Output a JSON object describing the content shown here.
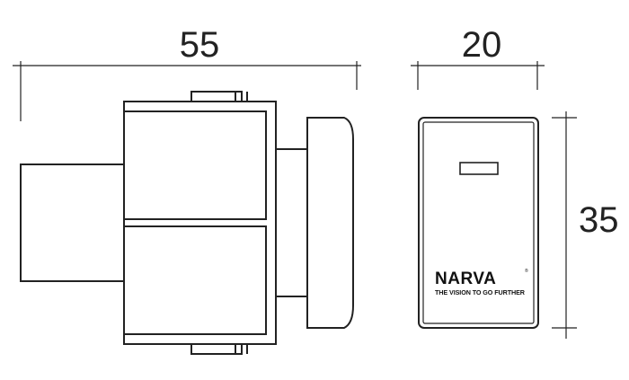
{
  "dimensions": {
    "width_side": "55",
    "width_front": "20",
    "height_front": "35"
  },
  "brand": {
    "name": "NARVA",
    "registered": "®",
    "tagline": "THE VISION TO GO FURTHER"
  }
}
